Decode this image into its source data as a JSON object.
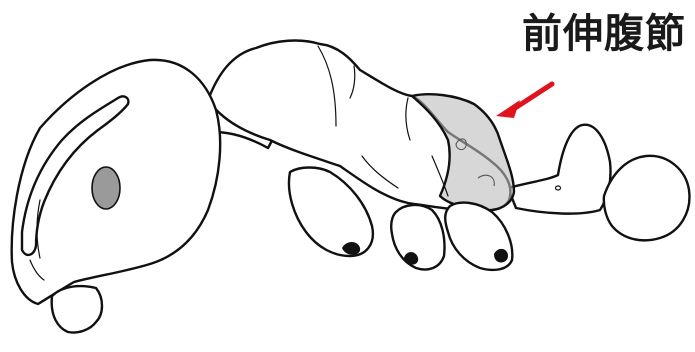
{
  "label": {
    "text": "前伸腹節"
  },
  "highlight": {
    "fill": "#bdbdbd",
    "opacity": 0.6
  },
  "arrow": {
    "color": "#e0141e"
  },
  "eye": {
    "color": "#9a9a9a"
  },
  "icons": [
    "ant-body-illustration",
    "arrow-icon"
  ]
}
